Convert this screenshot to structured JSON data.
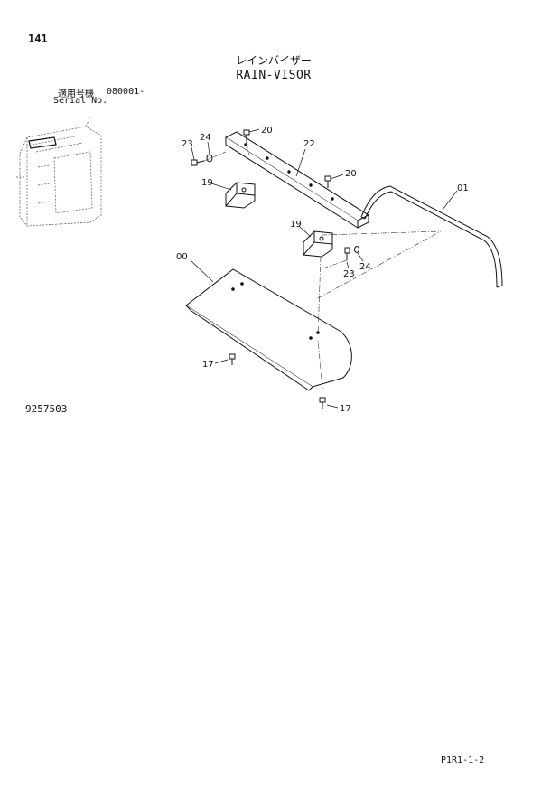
{
  "header": {
    "page_number": "141",
    "title_jp": "レインバイザー",
    "title_en": "RAIN-VISOR",
    "serial_label_jp": "適用号機",
    "serial_value": "080001-",
    "serial_label_en": "Serial No."
  },
  "footer": {
    "illustration_number": "9257503",
    "page_code": "P1R1-1-2"
  },
  "callouts": {
    "c20a": "20",
    "c24a": "24",
    "c23a": "23",
    "c22": "22",
    "c20b": "20",
    "c19a": "19",
    "c01": "01",
    "c19b": "19",
    "c23b": "23",
    "c24b": "24",
    "c00": "00",
    "c17a": "17",
    "c17b": "17"
  }
}
